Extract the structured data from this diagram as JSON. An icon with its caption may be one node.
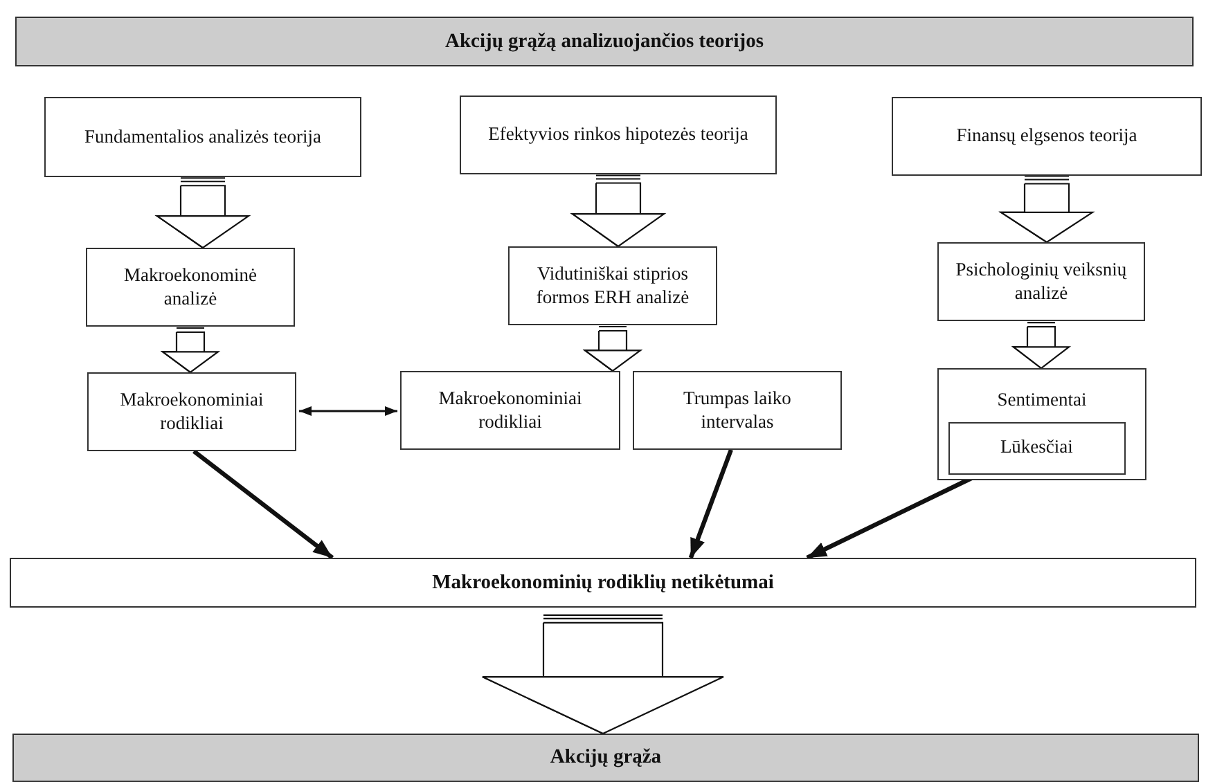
{
  "diagram": {
    "nodes": [
      {
        "text": [
          "Akcijų grąžą analizuojančios teorijos"
        ]
      },
      {
        "text": [
          "Fundamentalios analizės teorija"
        ]
      },
      {
        "text": [
          "Efektyvios rinkos hipotezės teorija"
        ]
      },
      {
        "text": [
          "Finansų elgsenos teorija"
        ]
      },
      {
        "text": [
          "Makroekonominė analizė"
        ]
      },
      {
        "text": [
          "Vidutiniškai stiprios formos ERH analizė"
        ]
      },
      {
        "text": [
          "Psichologinių veiksnių analizė"
        ]
      },
      {
        "text": [
          "Makroekonominiai rodikliai"
        ]
      },
      {
        "text": [
          "Makroekonominiai rodikliai"
        ]
      },
      {
        "text": [
          "Trumpas laiko intervalas"
        ]
      },
      {
        "text": [
          "Sentimentai"
        ]
      },
      {
        "text": [
          "Lūkesčiai"
        ],
        "in": 10
      },
      {
        "text": [
          "Makroekonominių rodiklių netikėtumai"
        ]
      },
      {
        "text": [
          "Akcijų grąža"
        ]
      }
    ],
    "edges": [
      {
        "from": 1,
        "to": 4,
        "arrow": "to"
      },
      {
        "from": 4,
        "to": 7,
        "arrow": "to"
      },
      {
        "from": 2,
        "to": 5,
        "arrow": "to"
      },
      {
        "from": 5,
        "to": 8,
        "arrow": "to"
      },
      {
        "from": 3,
        "to": 6,
        "arrow": "to"
      },
      {
        "from": 6,
        "to": 10,
        "arrow": "to"
      },
      {
        "from": 7,
        "to": 8,
        "arrow": "both"
      },
      {
        "from": 7,
        "to": 12,
        "arrow": "to",
        "style": "thick"
      },
      {
        "from": 9,
        "to": 12,
        "arrow": "to",
        "style": "thick"
      },
      {
        "from": 11,
        "to": 12,
        "arrow": "to",
        "style": "thick"
      },
      {
        "from": 12,
        "to": 13,
        "arrow": "to"
      }
    ]
  }
}
